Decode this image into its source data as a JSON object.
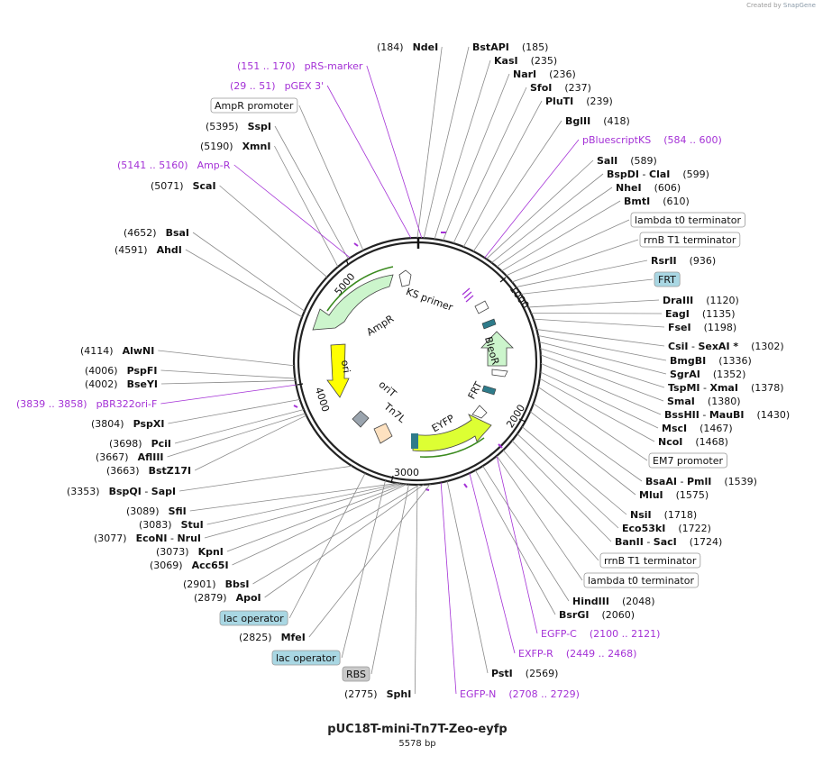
{
  "plasmid": {
    "name": "pUC18T-mini-Tn7T-Zeo-eyfp",
    "length_label": "5578 bp"
  },
  "credit": {
    "prefix": "Created by",
    "brand": "SnapGene"
  },
  "ticks": [
    "1000",
    "2000",
    "3000",
    "4000",
    "5000"
  ],
  "features": [
    "KS primer",
    "AmpR",
    "ori",
    "oriT",
    "Tn7L",
    "BleoR",
    "FRT",
    "EYFP"
  ],
  "enzymes_right": [
    {
      "name": "BstAPI",
      "pos": "(185)"
    },
    {
      "name": "KasI",
      "pos": "(235)"
    },
    {
      "name": "NarI",
      "pos": "(236)"
    },
    {
      "name": "SfoI",
      "pos": "(237)"
    },
    {
      "name": "PluTI",
      "pos": "(239)"
    },
    {
      "name": "BglII",
      "pos": "(418)"
    },
    {
      "name": "SalI",
      "pos": "(589)"
    },
    {
      "name": "BspDI",
      "name2": "ClaI",
      "pos": "(599)"
    },
    {
      "name": "NheI",
      "pos": "(606)"
    },
    {
      "name": "BmtI",
      "pos": "(610)"
    },
    {
      "name": "RsrII",
      "pos": "(936)"
    },
    {
      "name": "DraIII",
      "pos": "(1120)"
    },
    {
      "name": "EagI",
      "pos": "(1135)"
    },
    {
      "name": "FseI",
      "pos": "(1198)"
    },
    {
      "name": "CsiI",
      "name2": "SexAI *",
      "pos": "(1302)"
    },
    {
      "name": "BmgBI",
      "pos": "(1336)"
    },
    {
      "name": "SgrAI",
      "pos": "(1352)"
    },
    {
      "name": "TspMI",
      "name2": "XmaI",
      "pos": "(1378)"
    },
    {
      "name": "SmaI",
      "pos": "(1380)"
    },
    {
      "name": "BssHII",
      "name2": "MauBI",
      "pos": "(1430)"
    },
    {
      "name": "MscI",
      "pos": "(1467)"
    },
    {
      "name": "NcoI",
      "pos": "(1468)"
    },
    {
      "name": "BsaAI",
      "name2": "PmlI",
      "pos": "(1539)"
    },
    {
      "name": "MluI",
      "pos": "(1575)"
    },
    {
      "name": "NsiI",
      "pos": "(1718)"
    },
    {
      "name": "Eco53kI",
      "pos": "(1722)"
    },
    {
      "name": "BanII",
      "name2": "SacI",
      "pos": "(1724)"
    },
    {
      "name": "HindIII",
      "pos": "(2048)"
    },
    {
      "name": "BsrGI",
      "pos": "(2060)"
    },
    {
      "name": "PstI",
      "pos": "(2569)"
    }
  ],
  "enzymes_left": [
    {
      "name": "NdeI",
      "pos": "(184)"
    },
    {
      "name": "SspI",
      "pos": "(5395)"
    },
    {
      "name": "XmnI",
      "pos": "(5190)"
    },
    {
      "name": "ScaI",
      "pos": "(5071)"
    },
    {
      "name": "BsaI",
      "pos": "(4652)"
    },
    {
      "name": "AhdI",
      "pos": "(4591)"
    },
    {
      "name": "AlwNI",
      "pos": "(4114)"
    },
    {
      "name": "PspFI",
      "pos": "(4006)"
    },
    {
      "name": "BseYI",
      "pos": "(4002)"
    },
    {
      "name": "PspXI",
      "pos": "(3804)"
    },
    {
      "name": "PciI",
      "pos": "(3698)"
    },
    {
      "name": "AflIII",
      "pos": "(3667)"
    },
    {
      "name": "BstZ17I",
      "pos": "(3663)"
    },
    {
      "name": "BspQI",
      "name2": "SapI",
      "pos": "(3353)"
    },
    {
      "name": "SfiI",
      "pos": "(3089)"
    },
    {
      "name": "StuI",
      "pos": "(3083)"
    },
    {
      "name": "EcoNI",
      "name2": "NruI",
      "pos": "(3077)"
    },
    {
      "name": "KpnI",
      "pos": "(3073)"
    },
    {
      "name": "Acc65I",
      "pos": "(3069)"
    },
    {
      "name": "BbsI",
      "pos": "(2901)"
    },
    {
      "name": "ApoI",
      "pos": "(2879)"
    },
    {
      "name": "MfeI",
      "pos": "(2825)"
    },
    {
      "name": "SphI",
      "pos": "(2775)"
    }
  ],
  "primers": [
    {
      "name": "pRS-marker",
      "range": "(151 .. 170)"
    },
    {
      "name": "pGEX 3'",
      "range": "(29 .. 51)"
    },
    {
      "name": "Amp-R",
      "range": "(5141 .. 5160)"
    },
    {
      "name": "pBluescriptKS",
      "range": "(584 .. 600)"
    },
    {
      "name": "pBR322ori-F",
      "range": "(3839 .. 3858)"
    },
    {
      "name": "EGFP-C",
      "range": "(2100 .. 2121)"
    },
    {
      "name": "EXFP-R",
      "range": "(2449 .. 2468)"
    },
    {
      "name": "EGFP-N",
      "range": "(2708 .. 2729)"
    }
  ],
  "boxed_labels": [
    {
      "text": "AmpR promoter",
      "style": "white"
    },
    {
      "text": "lambda t0 terminator",
      "style": "white"
    },
    {
      "text": "rrnB T1 terminator",
      "style": "white"
    },
    {
      "text": "FRT",
      "style": "blue"
    },
    {
      "text": "EM7 promoter",
      "style": "white"
    },
    {
      "text": "rrnB T1 terminator",
      "style": "white"
    },
    {
      "text": "lambda t0 terminator",
      "style": "white"
    },
    {
      "text": "lac operator",
      "style": "blue"
    },
    {
      "text": "lac operator",
      "style": "blue"
    },
    {
      "text": "RBS",
      "style": "gray"
    }
  ],
  "colors": {
    "primer": "#a431d6",
    "ampr": "#ccf5cc",
    "ori": "#ffff00",
    "eyfp": "#ddff33",
    "frt": "#2e7b8a",
    "tn7l": "#fde1c0",
    "orit": "#9aa4ae",
    "blue_box": "#a9d7e3",
    "gray_box": "#c9c9c9"
  }
}
